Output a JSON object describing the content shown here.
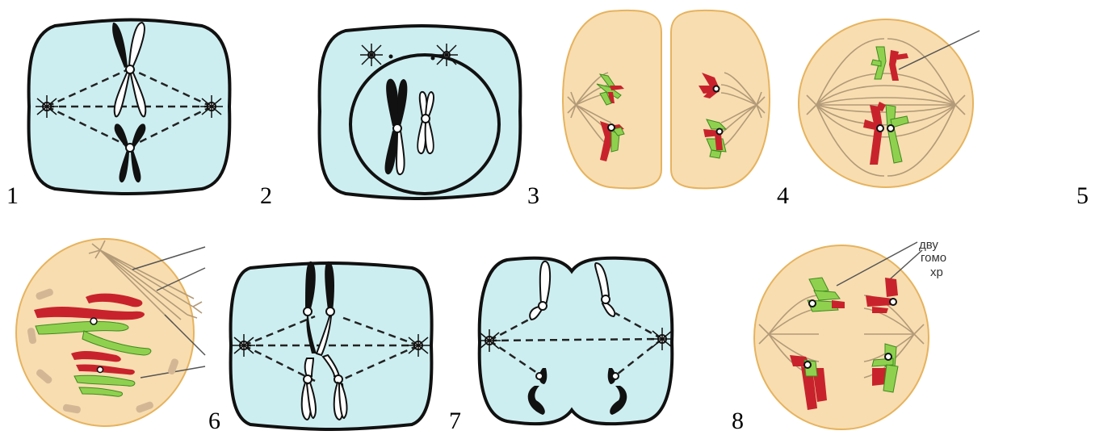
{
  "figure": {
    "labels": [
      "1",
      "2",
      "3",
      "4",
      "5",
      "6",
      "7",
      "8"
    ],
    "corner_text": [
      "дву",
      "гомо",
      "хр"
    ],
    "colors": {
      "cell_blue": "#cdeef0",
      "cell_yellow": "#f8ddb0",
      "chromatid_red": "#c8232c",
      "chromatid_green": "#8fd14f"
    }
  }
}
